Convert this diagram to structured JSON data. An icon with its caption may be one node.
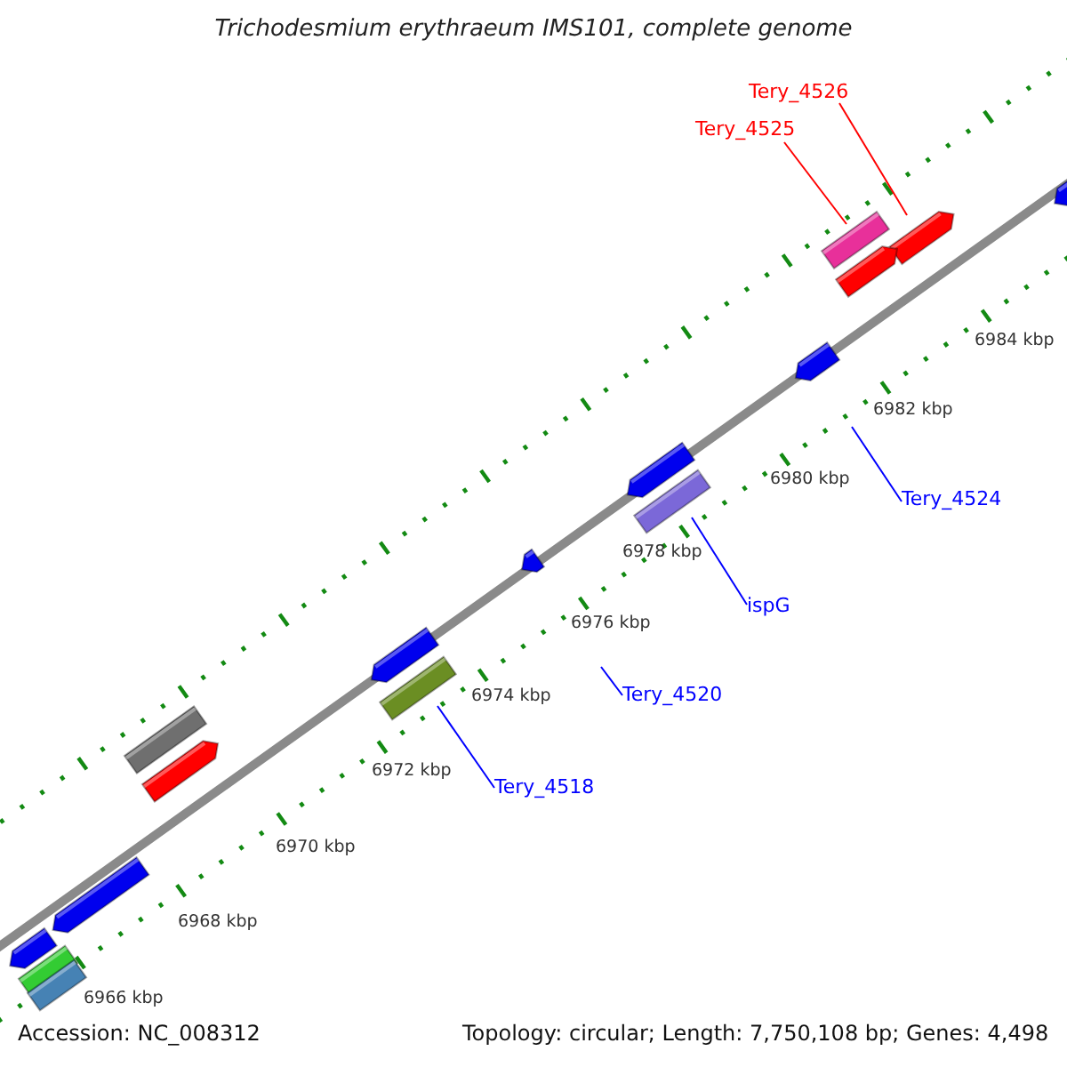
{
  "diagram": {
    "title": "Trichodesmium erythraeum IMS101, complete genome",
    "nodes": [
      {
        "text": [
          "Tery_4526"
        ]
      },
      {
        "text": [
          "Tery_4525"
        ]
      },
      {
        "text": [
          "Tery_4524"
        ]
      },
      {
        "text": [
          "ispG"
        ]
      },
      {
        "text": [
          "Tery_4520"
        ]
      },
      {
        "text": [
          "Tery_4518"
        ]
      },
      {
        "text": [],
        "shape": "bar"
      },
      {
        "text": [],
        "shape": "bar"
      },
      {
        "text": [],
        "shape": "bar"
      },
      {
        "text": [],
        "shape": "bar"
      }
    ],
    "edges": [
      {
        "from": 0,
        "to": 6,
        "arrow": "none",
        "color": "#ff0000"
      },
      {
        "from": 1,
        "to": 7,
        "arrow": "none",
        "color": "#ff0000"
      },
      {
        "from": 2,
        "to": null,
        "arrow": "none"
      },
      {
        "from": 3,
        "to": 8,
        "arrow": "none"
      },
      {
        "from": 4,
        "to": null,
        "arrow": "none"
      },
      {
        "from": 5,
        "to": 9,
        "arrow": "none"
      }
    ],
    "labels": [
      "6984 kbp",
      "6982 kbp",
      "6980 kbp",
      "6978 kbp",
      "6976 kbp",
      "6974 kbp",
      "6972 kbp",
      "6970 kbp",
      "6968 kbp",
      "6966 kbp",
      "Accession: NC_008312",
      "Topology: circular; Length: 7,750,108 bp; Genes: 4,498"
    ]
  }
}
